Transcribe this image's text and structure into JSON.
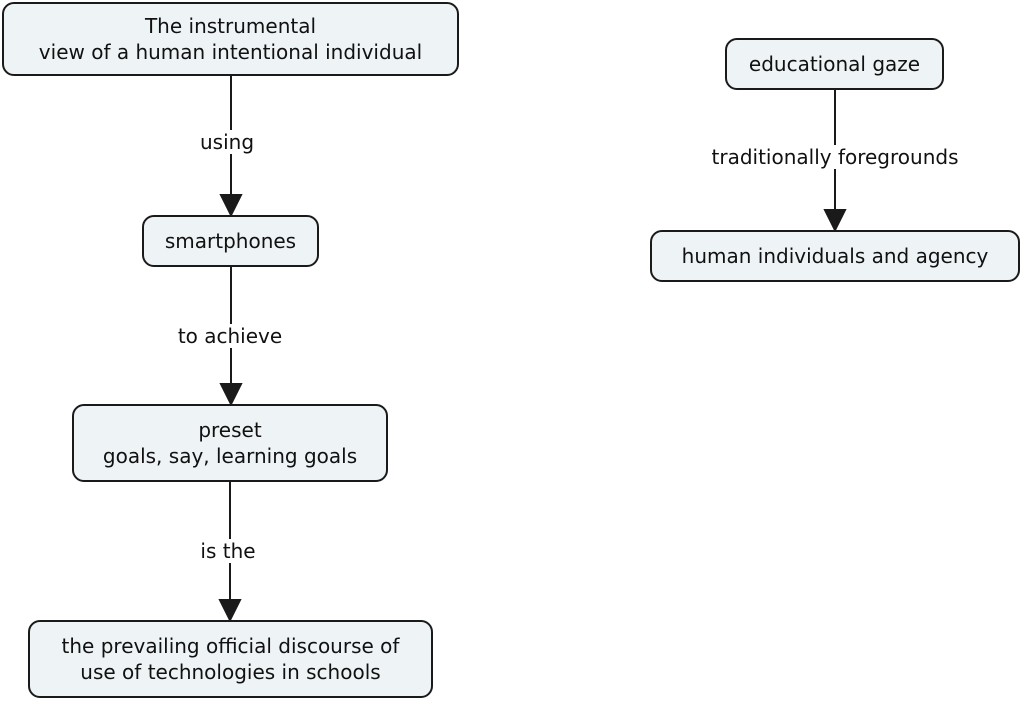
{
  "nodes": {
    "instrumental_view": "The instrumental\nview of a human intentional individual",
    "smartphones": "smartphones",
    "preset_goals": "preset\ngoals, say, learning goals",
    "prevailing_discourse": "the prevailing official discourse of\nuse of technologies in schools",
    "educational_gaze": "educational gaze",
    "human_individuals": "human individuals and agency"
  },
  "links": {
    "using": "using",
    "to_achieve": "to achieve",
    "is_the": "is the",
    "traditionally_foregrounds": "traditionally foregrounds"
  },
  "colors": {
    "node_fill": "#eef3f5",
    "stroke": "#1a1a1a"
  }
}
